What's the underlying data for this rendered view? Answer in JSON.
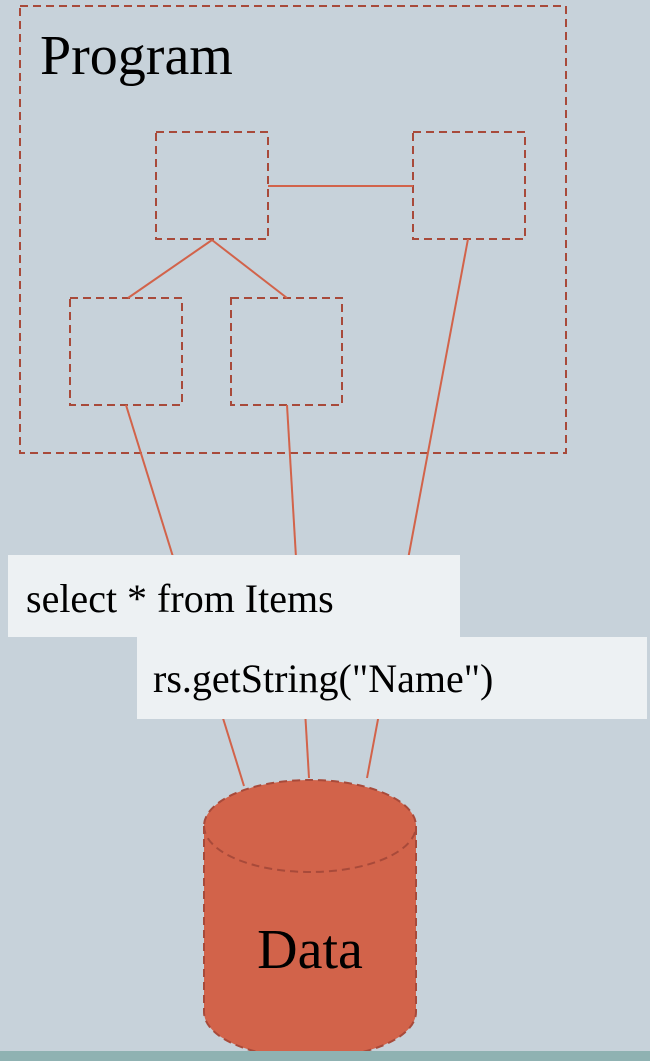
{
  "program": {
    "label": "Program"
  },
  "code": {
    "query": "select * from Items",
    "accessor": "rs.getString(\"Name\")"
  },
  "database": {
    "label": "Data"
  },
  "colors": {
    "background": "#c7d2da",
    "accent": "#d2634a",
    "dashed_border": "#a84a3a",
    "code_background": "#edf1f3",
    "bottom_bar": "#8fb2b2"
  }
}
